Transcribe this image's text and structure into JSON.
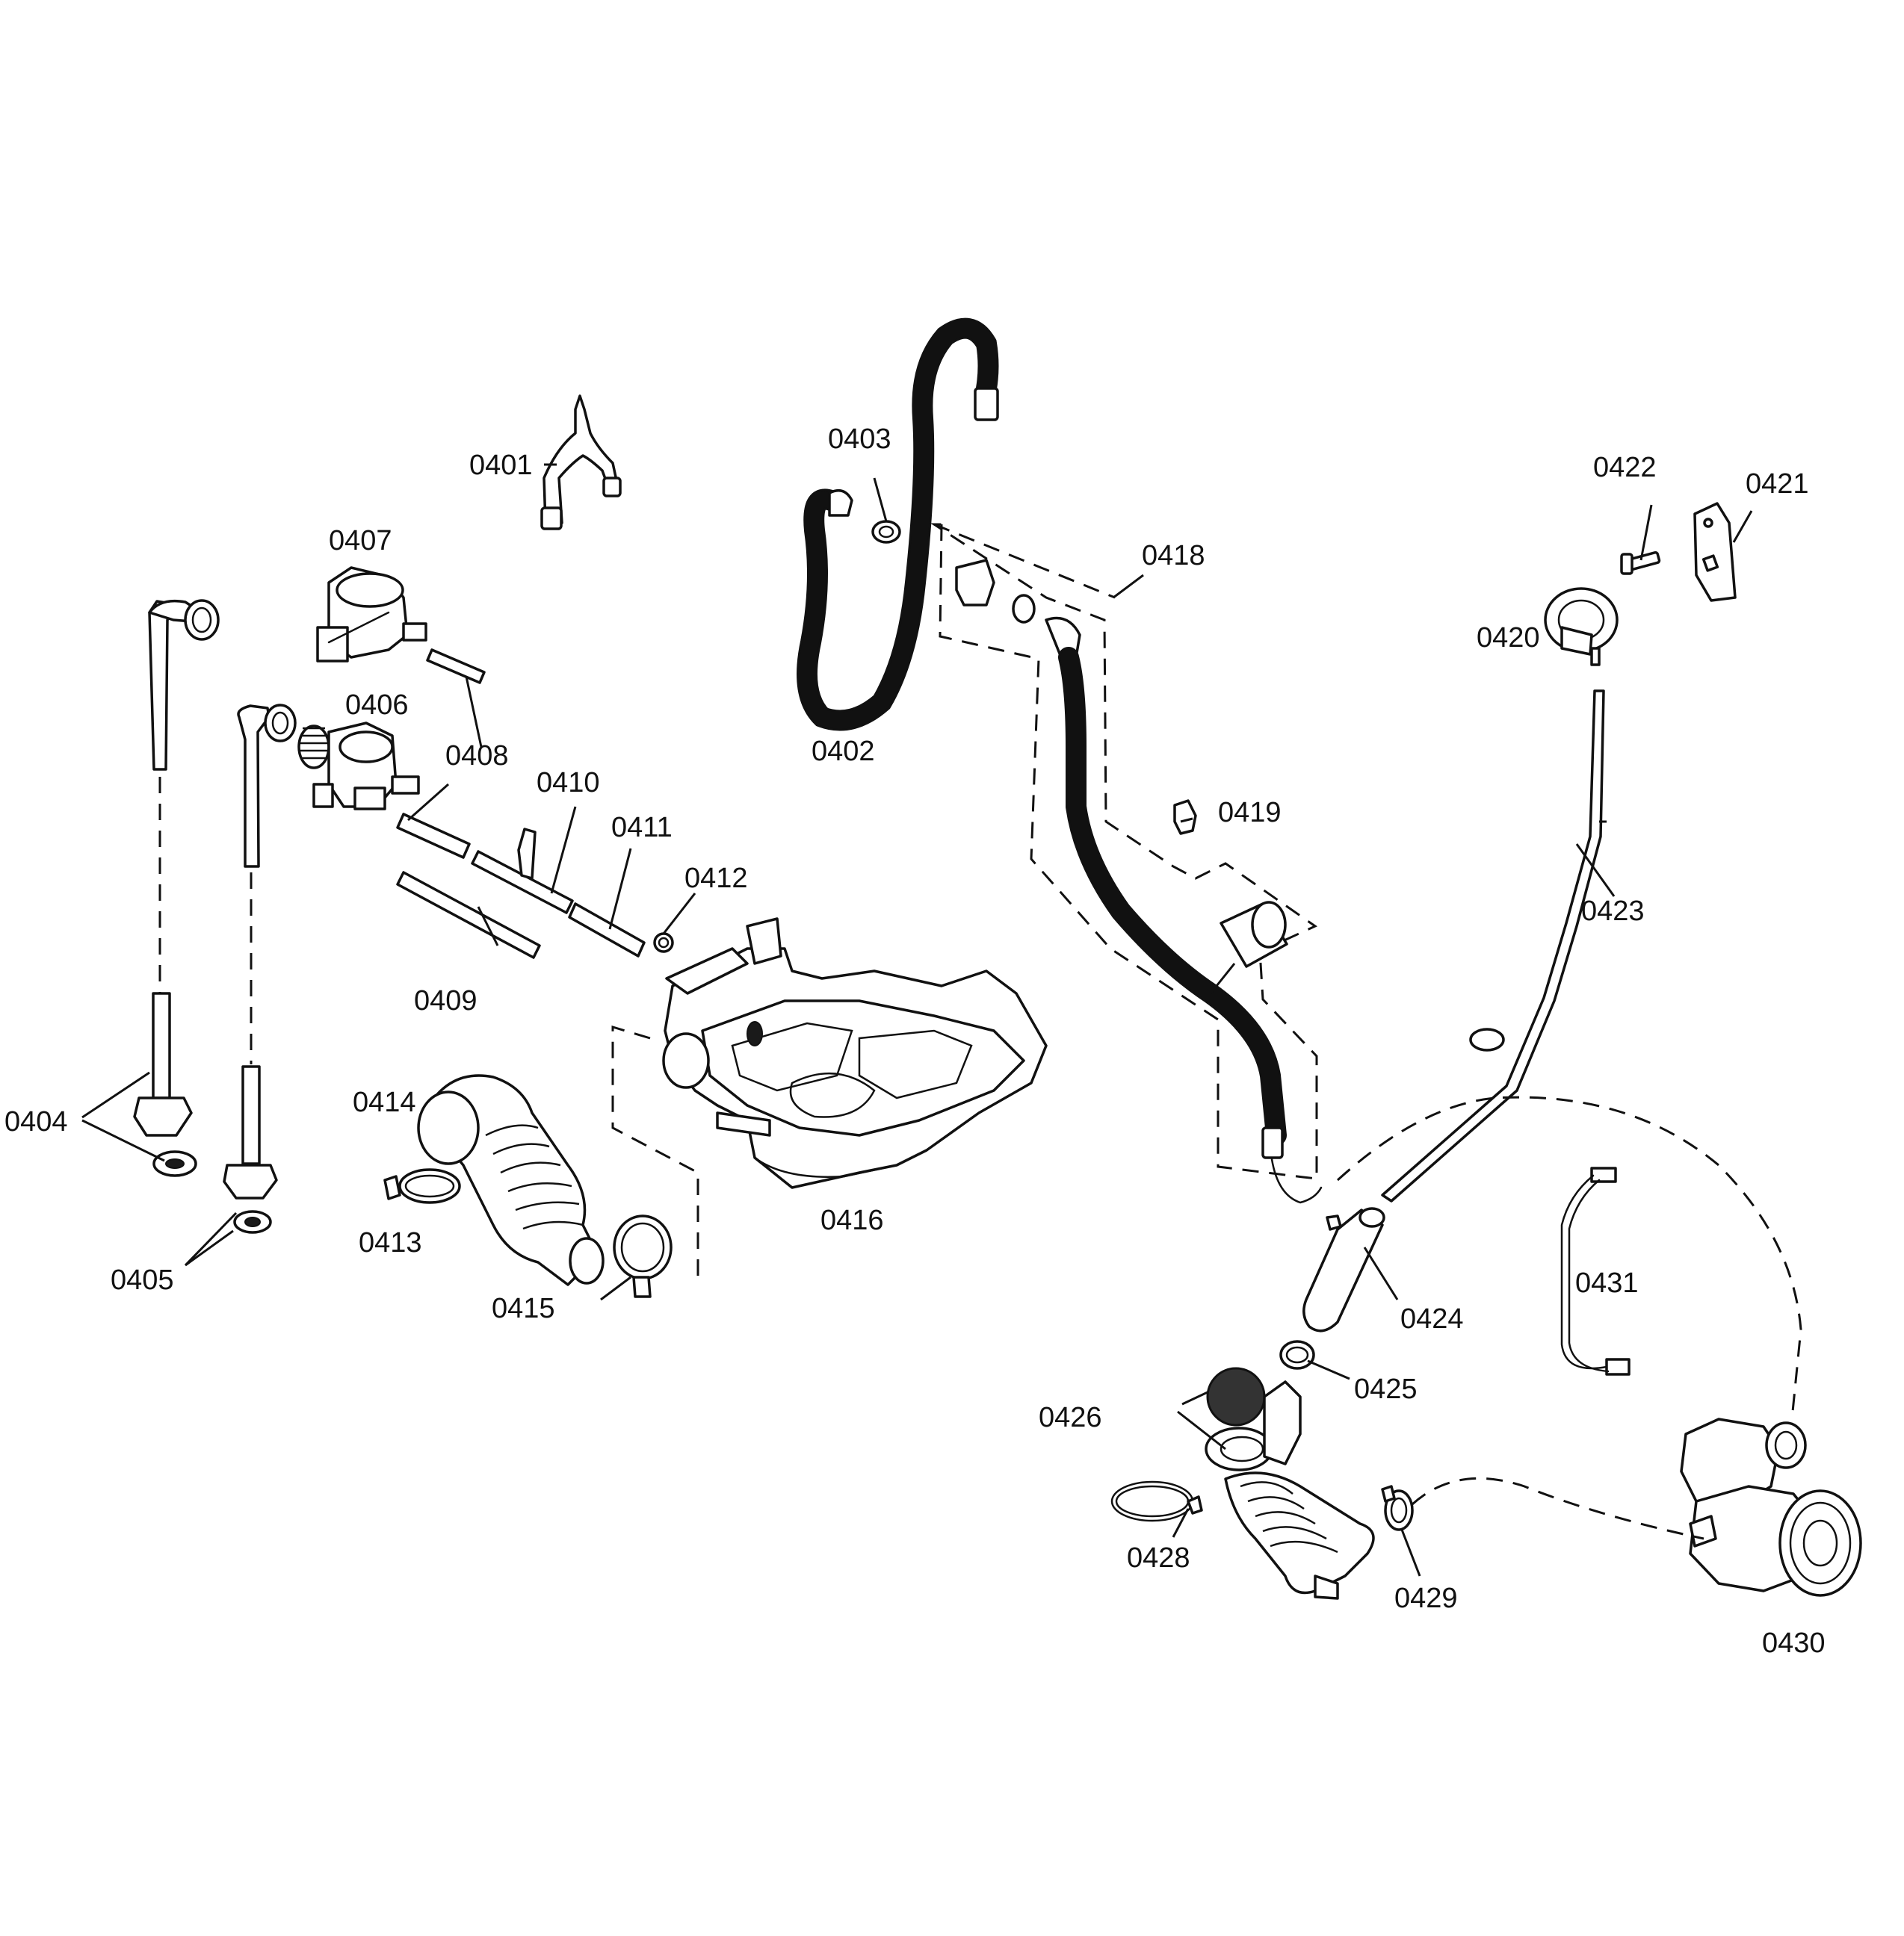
{
  "labels": {
    "l0401": "0401",
    "l0402": "0402",
    "l0403": "0403",
    "l0404": "0404",
    "l0405": "0405",
    "l0406": "0406",
    "l0407": "0407",
    "l0408": "0408",
    "l0409": "0409",
    "l0410": "0410",
    "l0411": "0411",
    "l0412": "0412",
    "l0413": "0413",
    "l0414": "0414",
    "l0415": "0415",
    "l0416": "0416",
    "l0418": "0418",
    "l0419": "0419",
    "l0420": "0420",
    "l0421": "0421",
    "l0422": "0422",
    "l0423": "0423",
    "l0424": "0424",
    "l0425": "0425",
    "l0426": "0426",
    "l0428": "0428",
    "l0429": "0429",
    "l0430": "0430",
    "l0431": "0431"
  }
}
